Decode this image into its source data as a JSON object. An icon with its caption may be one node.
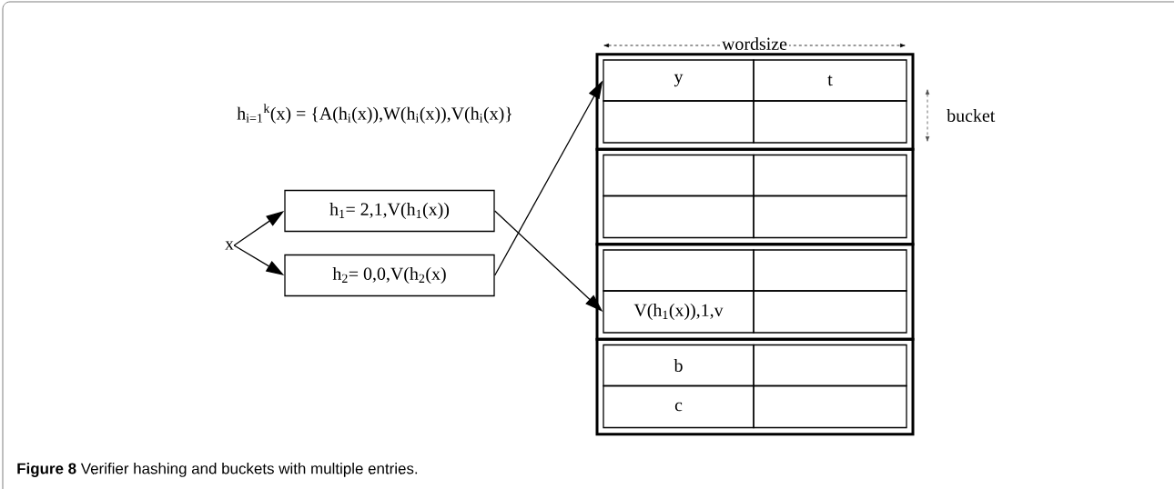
{
  "diagram": {
    "caption": "**Figure 8** Verifier hashing and buckets with multiple entries.",
    "nodes": [
      {
        "text": [
          "x"
        ]
      },
      {
        "text": [
          "h$_{1}$= 2,1,V(h$_{1}$(x))"
        ]
      },
      {
        "text": [
          "h$_{2}$= 0,0,V(h$_{2}$(x)"
        ]
      },
      {
        "text": [],
        "shape": "box"
      },
      {
        "text": [
          "y"
        ],
        "in": 3
      },
      {
        "text": [
          "t"
        ],
        "in": 3
      },
      {
        "text": [],
        "shape": "box",
        "in": 3
      },
      {
        "text": [],
        "shape": "box",
        "in": 3
      },
      {
        "text": [],
        "shape": "box"
      },
      {
        "text": [],
        "shape": "box",
        "in": 8
      },
      {
        "text": [],
        "shape": "box",
        "in": 8
      },
      {
        "text": [],
        "shape": "box",
        "in": 8
      },
      {
        "text": [],
        "shape": "box",
        "in": 8
      },
      {
        "text": [],
        "shape": "box"
      },
      {
        "text": [],
        "shape": "box",
        "in": 13
      },
      {
        "text": [],
        "shape": "box",
        "in": 13
      },
      {
        "text": [
          "V(h$_{1}$(x)),1,v"
        ],
        "in": 13
      },
      {
        "text": [],
        "shape": "box",
        "in": 13
      },
      {
        "text": [],
        "shape": "box"
      },
      {
        "text": [
          "b"
        ],
        "in": 18
      },
      {
        "text": [],
        "shape": "box",
        "in": 18
      },
      {
        "text": [
          "c"
        ],
        "in": 18
      },
      {
        "text": [],
        "shape": "box",
        "in": 18
      }
    ],
    "edges": [
      {
        "from": 0,
        "to": 1,
        "arrow": "to"
      },
      {
        "from": 0,
        "to": 2,
        "arrow": "to"
      },
      {
        "from": 2,
        "to": 4,
        "arrow": "to"
      },
      {
        "from": 1,
        "to": 16,
        "arrow": "to"
      }
    ],
    "labels": [
      "h$_{i=1}$$^{k}$(x) = {A(h$_{i}$(x)),W(h$_{i}$(x)),V(h$_{i}$(x)}",
      "wordsize",
      "bucket"
    ]
  }
}
